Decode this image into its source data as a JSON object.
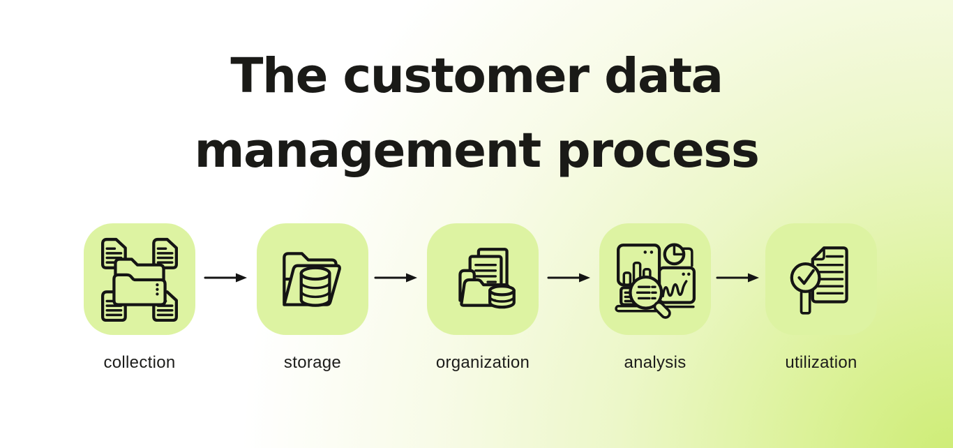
{
  "title": {
    "line1": "The customer data",
    "line2": "management process"
  },
  "steps": [
    {
      "label": "collection",
      "icon": "collection-documents-folder-icon"
    },
    {
      "label": "storage",
      "icon": "storage-folder-database-icon"
    },
    {
      "label": "organization",
      "icon": "organization-folder-files-database-icon"
    },
    {
      "label": "analysis",
      "icon": "analysis-laptop-charts-magnifier-icon"
    },
    {
      "label": "utilization",
      "icon": "utilization-document-check-magnifier-icon"
    }
  ],
  "arrows": {
    "count": 4,
    "direction": "right"
  },
  "colors": {
    "background_top_left": "#ffffff",
    "background_bottom_right": "#cdec74",
    "tile_background": "#ddf3a2",
    "icon_stroke": "#141414",
    "title_text": "#1a1a17",
    "label_text": "#1c1c1a"
  }
}
